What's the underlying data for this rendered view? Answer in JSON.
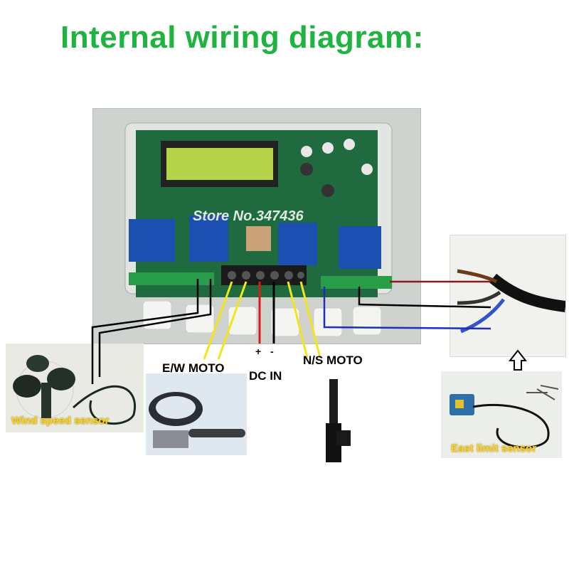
{
  "title": "Internal wiring diagram:",
  "watermark": "Store No.347436",
  "labels": {
    "ew_moto": "E/W MOTO",
    "dc_plus": "+",
    "dc_minus": "-",
    "dc_in": "DC IN",
    "ns_moto": "N/S MOTO",
    "wind_speed_sensor": "Wind speed sensor",
    "east_limit_sensor": "East limit sensor"
  },
  "wire_colors": {
    "motor_leads": "#f2e51d",
    "dc_positive": "#e01818",
    "dc_negative": "#000000",
    "sensor_brown": "#8b1a1a",
    "sensor_black": "#000000",
    "sensor_blue": "#1c2fbf"
  },
  "photos": [
    "controller-box",
    "anemometer",
    "slew-drive",
    "linear-actuator",
    "sensor-cable-closeup",
    "proximity-sensor"
  ]
}
